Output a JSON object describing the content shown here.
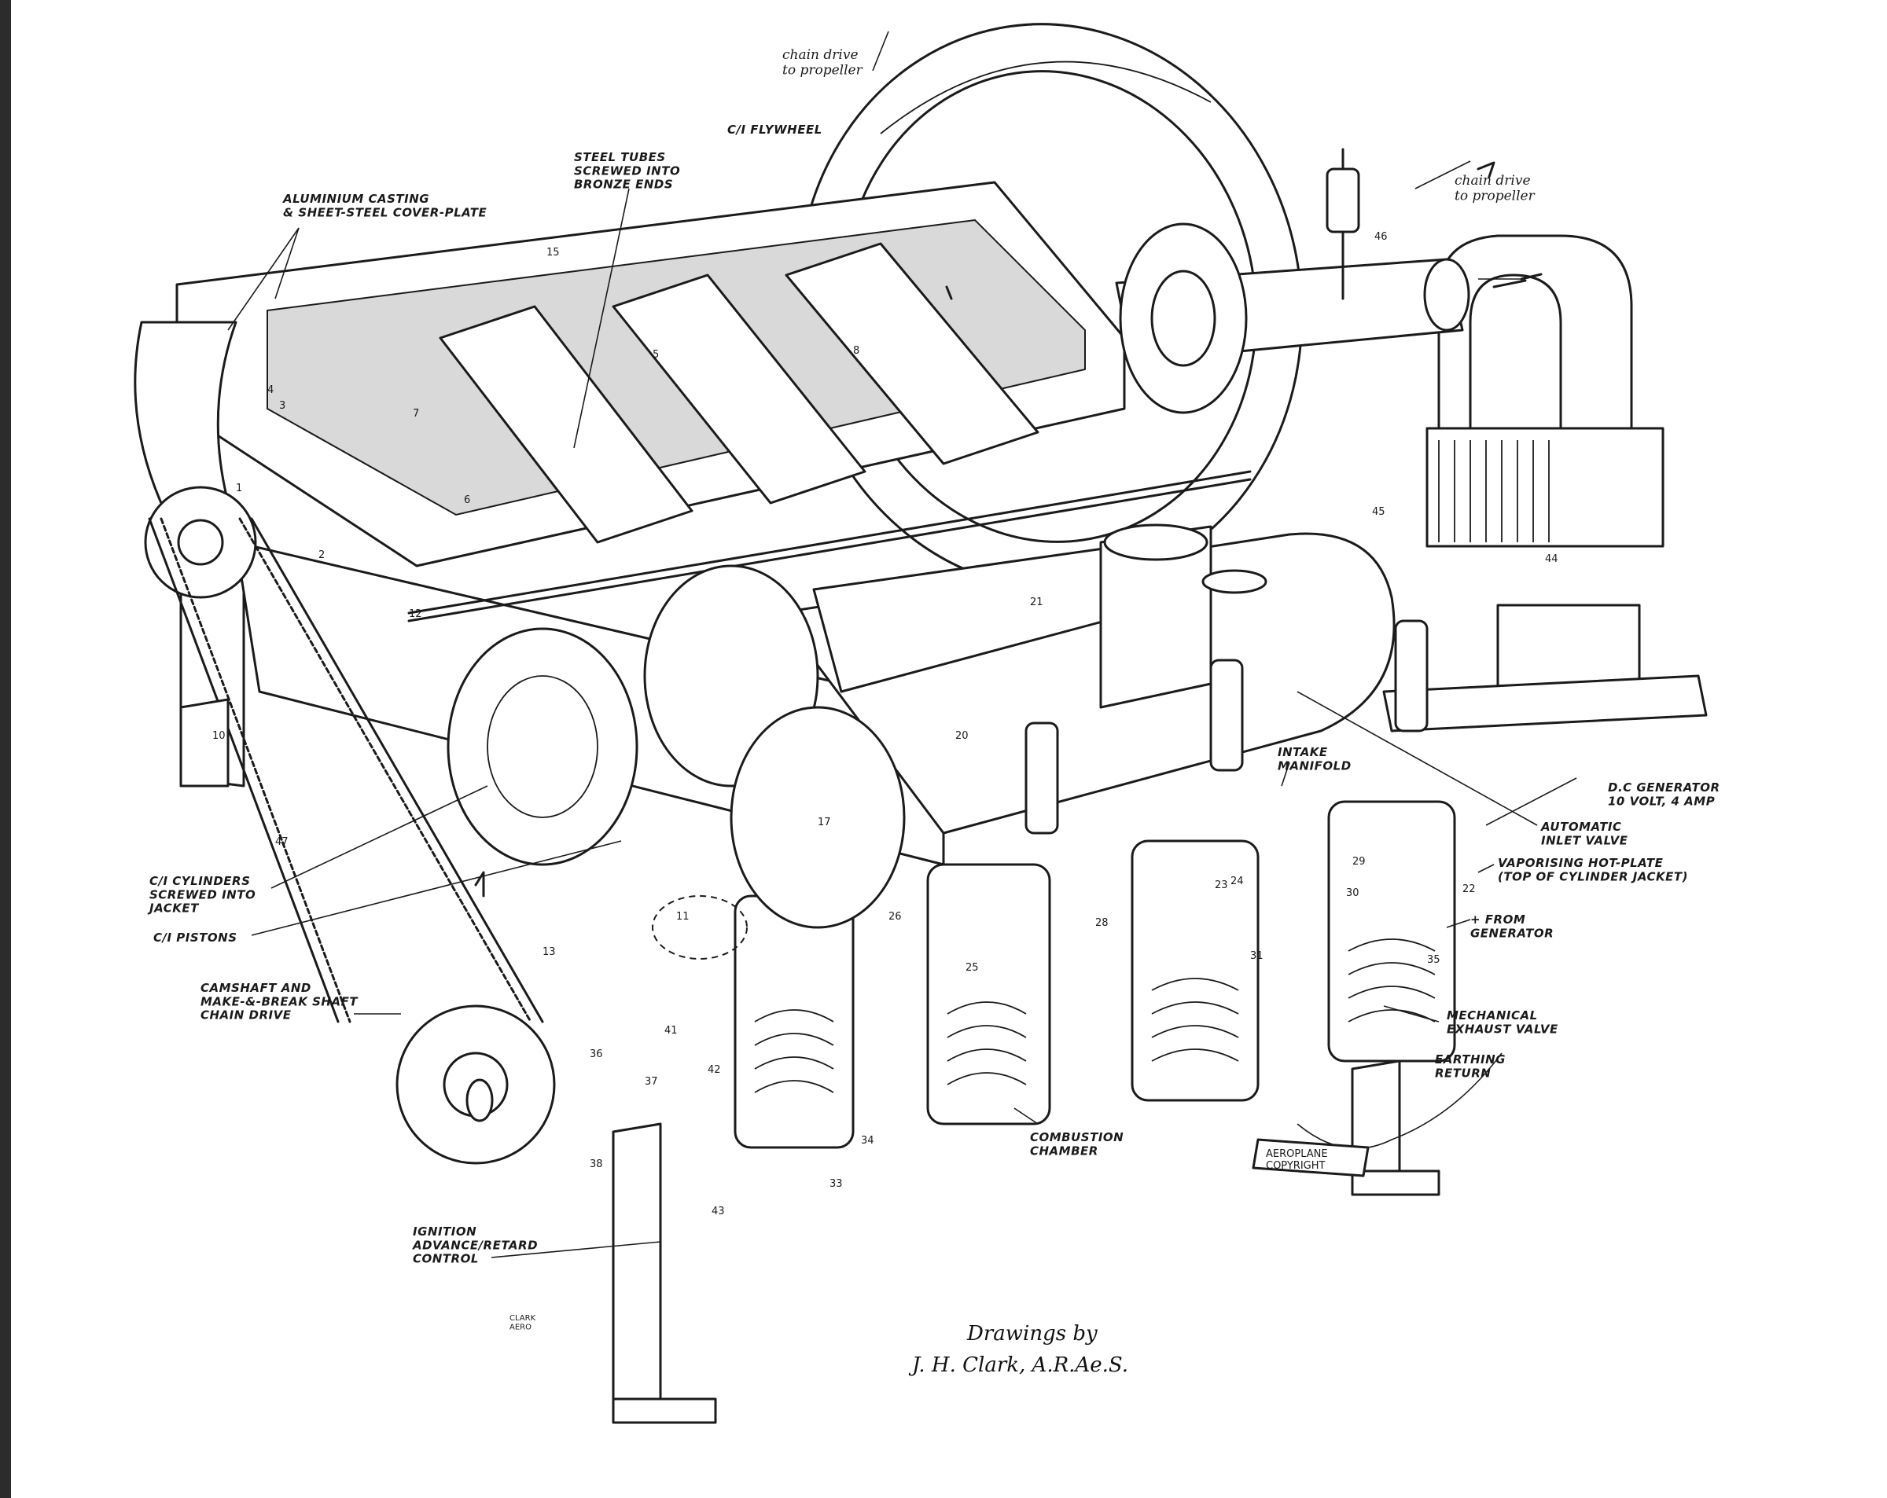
{
  "labels": {
    "chain_drive_top": "chain drive\nto propeller",
    "flywheel": "C/I FLYWHEEL",
    "steel_tubes": "STEEL TUBES\nSCREWED INTO\nBRONZE ENDS",
    "aluminium": "ALUMINIUM CASTING\n& SHEET-STEEL COVER-PLATE",
    "chain_drive_right": "chain drive\nto propeller",
    "intake": "INTAKE\nMANIFOLD",
    "generator": "D.C GENERATOR\n10 VOLT, 4 AMP",
    "auto_inlet": "AUTOMATIC\nINLET VALVE",
    "vaporising": "VAPORISING HOT-PLATE\n(TOP OF CYLINDER JACKET)",
    "from_generator": "+ FROM\nGENERATOR",
    "mech_exhaust": "MECHANICAL\nEXHAUST VALVE",
    "earthing": "EARTHING\nRETURN",
    "cylinders": "C/I CYLINDERS\nSCREWED INTO\nJACKET",
    "pistons": "C/I PISTONS",
    "camshaft": "CAMSHAFT AND\nMAKE-&-BREAK SHAFT\nCHAIN DRIVE",
    "combustion": "COMBUSTION\nCHAMBER",
    "ignition": "IGNITION\nADVANCE/RETARD\nCONTROL",
    "aeroplane": "AEROPLANE\nCOPYRIGHT",
    "clark_sig": "CLARK\nAERO"
  },
  "part_numbers": [
    "1",
    "2",
    "3",
    "4",
    "5",
    "6",
    "7",
    "8",
    "10",
    "11",
    "12",
    "13",
    "15",
    "17",
    "20",
    "21",
    "22",
    "23",
    "24",
    "25",
    "26",
    "28",
    "29",
    "30",
    "31",
    "33",
    "34",
    "35",
    "36",
    "37",
    "38",
    "41",
    "42",
    "43",
    "44",
    "45",
    "46",
    "47"
  ],
  "credit": {
    "line1": "Drawings by",
    "line2": "J. H. Clark, A.R.Ae.S."
  }
}
